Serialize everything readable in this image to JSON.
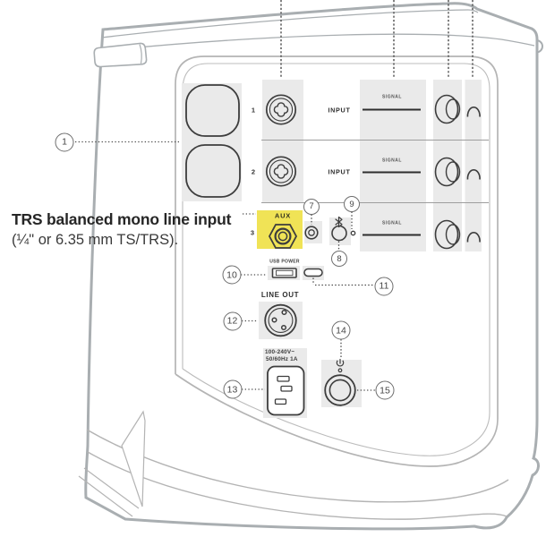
{
  "annotation": {
    "title": "TRS balanced mono line input",
    "subtitle": "(¼\" or 6.35 mm TS/TRS)."
  },
  "channels": [
    {
      "number": "1",
      "input_label": "INPUT",
      "signal_label": "SIGNAL"
    },
    {
      "number": "2",
      "input_label": "INPUT",
      "signal_label": "SIGNAL"
    },
    {
      "number": "3",
      "aux_label": "AUX",
      "signal_label": "SIGNAL"
    }
  ],
  "ports": {
    "usb_power_label": "USB POWER",
    "line_out_label": "LINE OUT",
    "power_rating_line1": "100-240V~",
    "power_rating_line2": "50/60Hz 1A"
  },
  "callouts": {
    "c1": "1",
    "c7": "7",
    "c8": "8",
    "c9": "9",
    "c10": "10",
    "c11": "11",
    "c12": "12",
    "c13": "13",
    "c14": "14",
    "c15": "15"
  },
  "icons": {
    "bluetooth": "bluetooth-icon",
    "power": "power-icon",
    "combo_jack": "combo-jack-icon",
    "trs_jack": "trs-hex-jack-icon",
    "xlr_out": "xlr-output-icon",
    "usb_a": "usb-a-port-icon",
    "usb_c": "usb-c-port-icon",
    "ac_inlet": "ac-inlet-icon"
  },
  "colors": {
    "highlight": "#f0e356",
    "panel_gray": "#eaeaea",
    "cabinet_line": "#aab0b3",
    "dark_line": "#3d3d3d"
  }
}
